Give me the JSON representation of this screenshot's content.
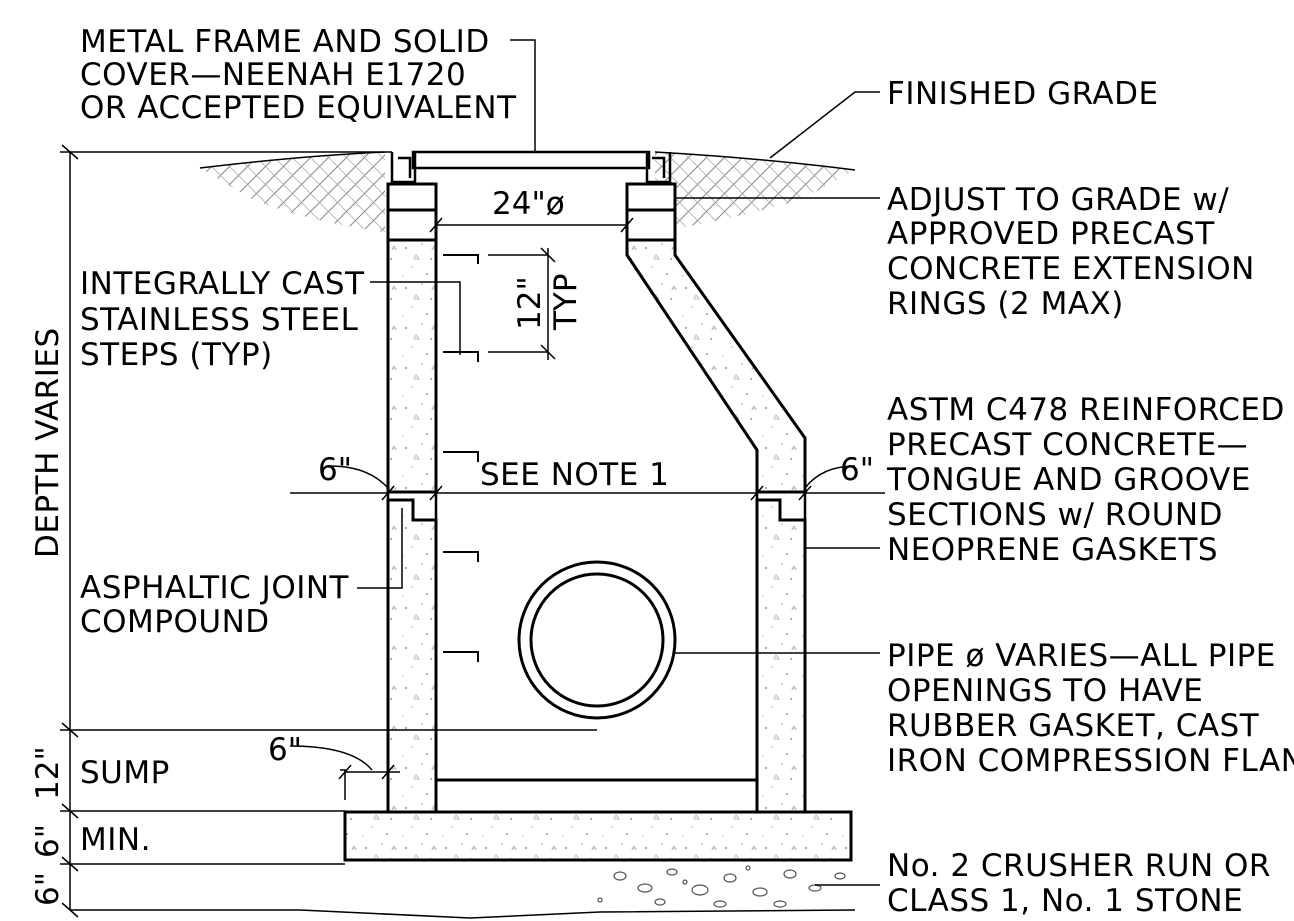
{
  "labels": {
    "frame_line1": "METAL FRAME AND SOLID",
    "frame_line2": "COVER—NEENAH E1720",
    "frame_line3": "OR ACCEPTED EQUIVALENT",
    "finished_grade": "FINISHED GRADE",
    "adjust_line1": "ADJUST TO GRADE w/",
    "adjust_line2": "APPROVED PRECAST",
    "adjust_line3": "CONCRETE EXTENSION",
    "adjust_line4": "RINGS (2 MAX)",
    "steps_line1": "INTEGRALLY CAST",
    "steps_line2": "STAINLESS STEEL",
    "steps_line3": "STEPS (TYP)",
    "astm_line1": "ASTM C478 REINFORCED",
    "astm_line2": "PRECAST CONCRETE—",
    "astm_line3": "TONGUE AND GROOVE",
    "astm_line4": "SECTIONS w/ ROUND",
    "astm_line5": "NEOPRENE GASKETS",
    "joint_line1": "ASPHALTIC JOINT",
    "joint_line2": "COMPOUND",
    "pipe_line1": "PIPE ø VARIES—ALL PIPE",
    "pipe_line2": "OPENINGS TO HAVE",
    "pipe_line3": "RUBBER GASKET, CAST",
    "pipe_line4": "IRON COMPRESSION FLANGE",
    "stone_line1": "No. 2 CRUSHER RUN OR",
    "stone_line2": "CLASS 1, No. 1 STONE",
    "depth_varies": "DEPTH VARIES",
    "sump": "SUMP",
    "min": "MIN.",
    "see_note": "SEE NOTE 1"
  },
  "dimensions": {
    "opening": "24\"ø",
    "step_spacing": "12\"",
    "step_typ": "TYP",
    "wall_left": "6\"",
    "wall_right": "6\"",
    "sump_wall": "6\"",
    "sump_depth": "12\"",
    "base_thickness": "6\"",
    "stone_thickness": "6\""
  }
}
